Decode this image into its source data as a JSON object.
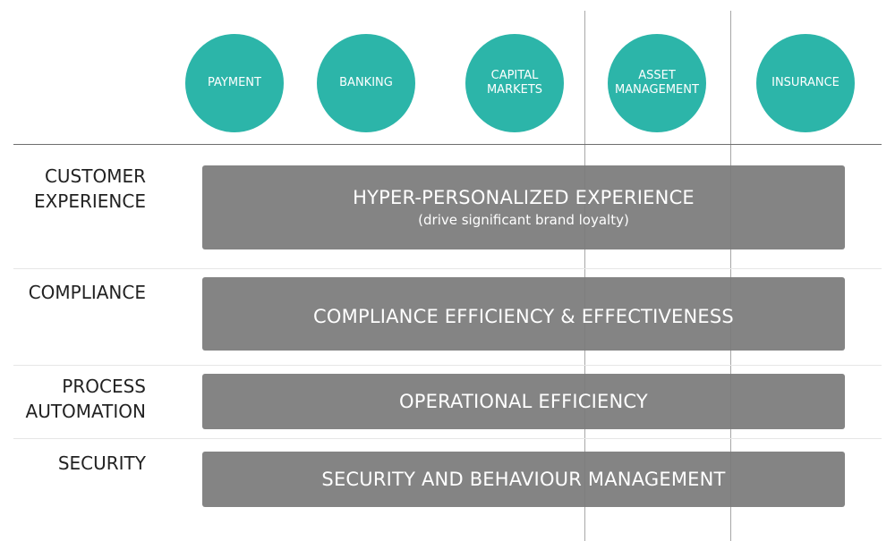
{
  "segments": [
    {
      "label": "PAYMENT"
    },
    {
      "label": "BANKING"
    },
    {
      "label": "CAPITAL\nMARKETS"
    },
    {
      "label": "ASSET\nMANAGEMENT"
    },
    {
      "label": "INSURANCE"
    }
  ],
  "rows": [
    {
      "label": "CUSTOMER\nEXPERIENCE",
      "bar_title": "HYPER-PERSONALIZED EXPERIENCE",
      "bar_subtitle": "(drive significant brand loyalty)"
    },
    {
      "label": "COMPLIANCE",
      "bar_title": "COMPLIANCE EFFICIENCY & EFFECTIVENESS"
    },
    {
      "label": "PROCESS\nAUTOMATION",
      "bar_title": "OPERATIONAL EFFICIENCY"
    },
    {
      "label": "SECURITY",
      "bar_title": "SECURITY AND BEHAVIOUR MANAGEMENT"
    }
  ],
  "colors": {
    "circle_fill": "#2cb5a9",
    "bar_fill": "#7b7b7b",
    "text_dark": "#222222",
    "divider": "#6e6e6e",
    "guide_line": "#a7a7a7"
  }
}
